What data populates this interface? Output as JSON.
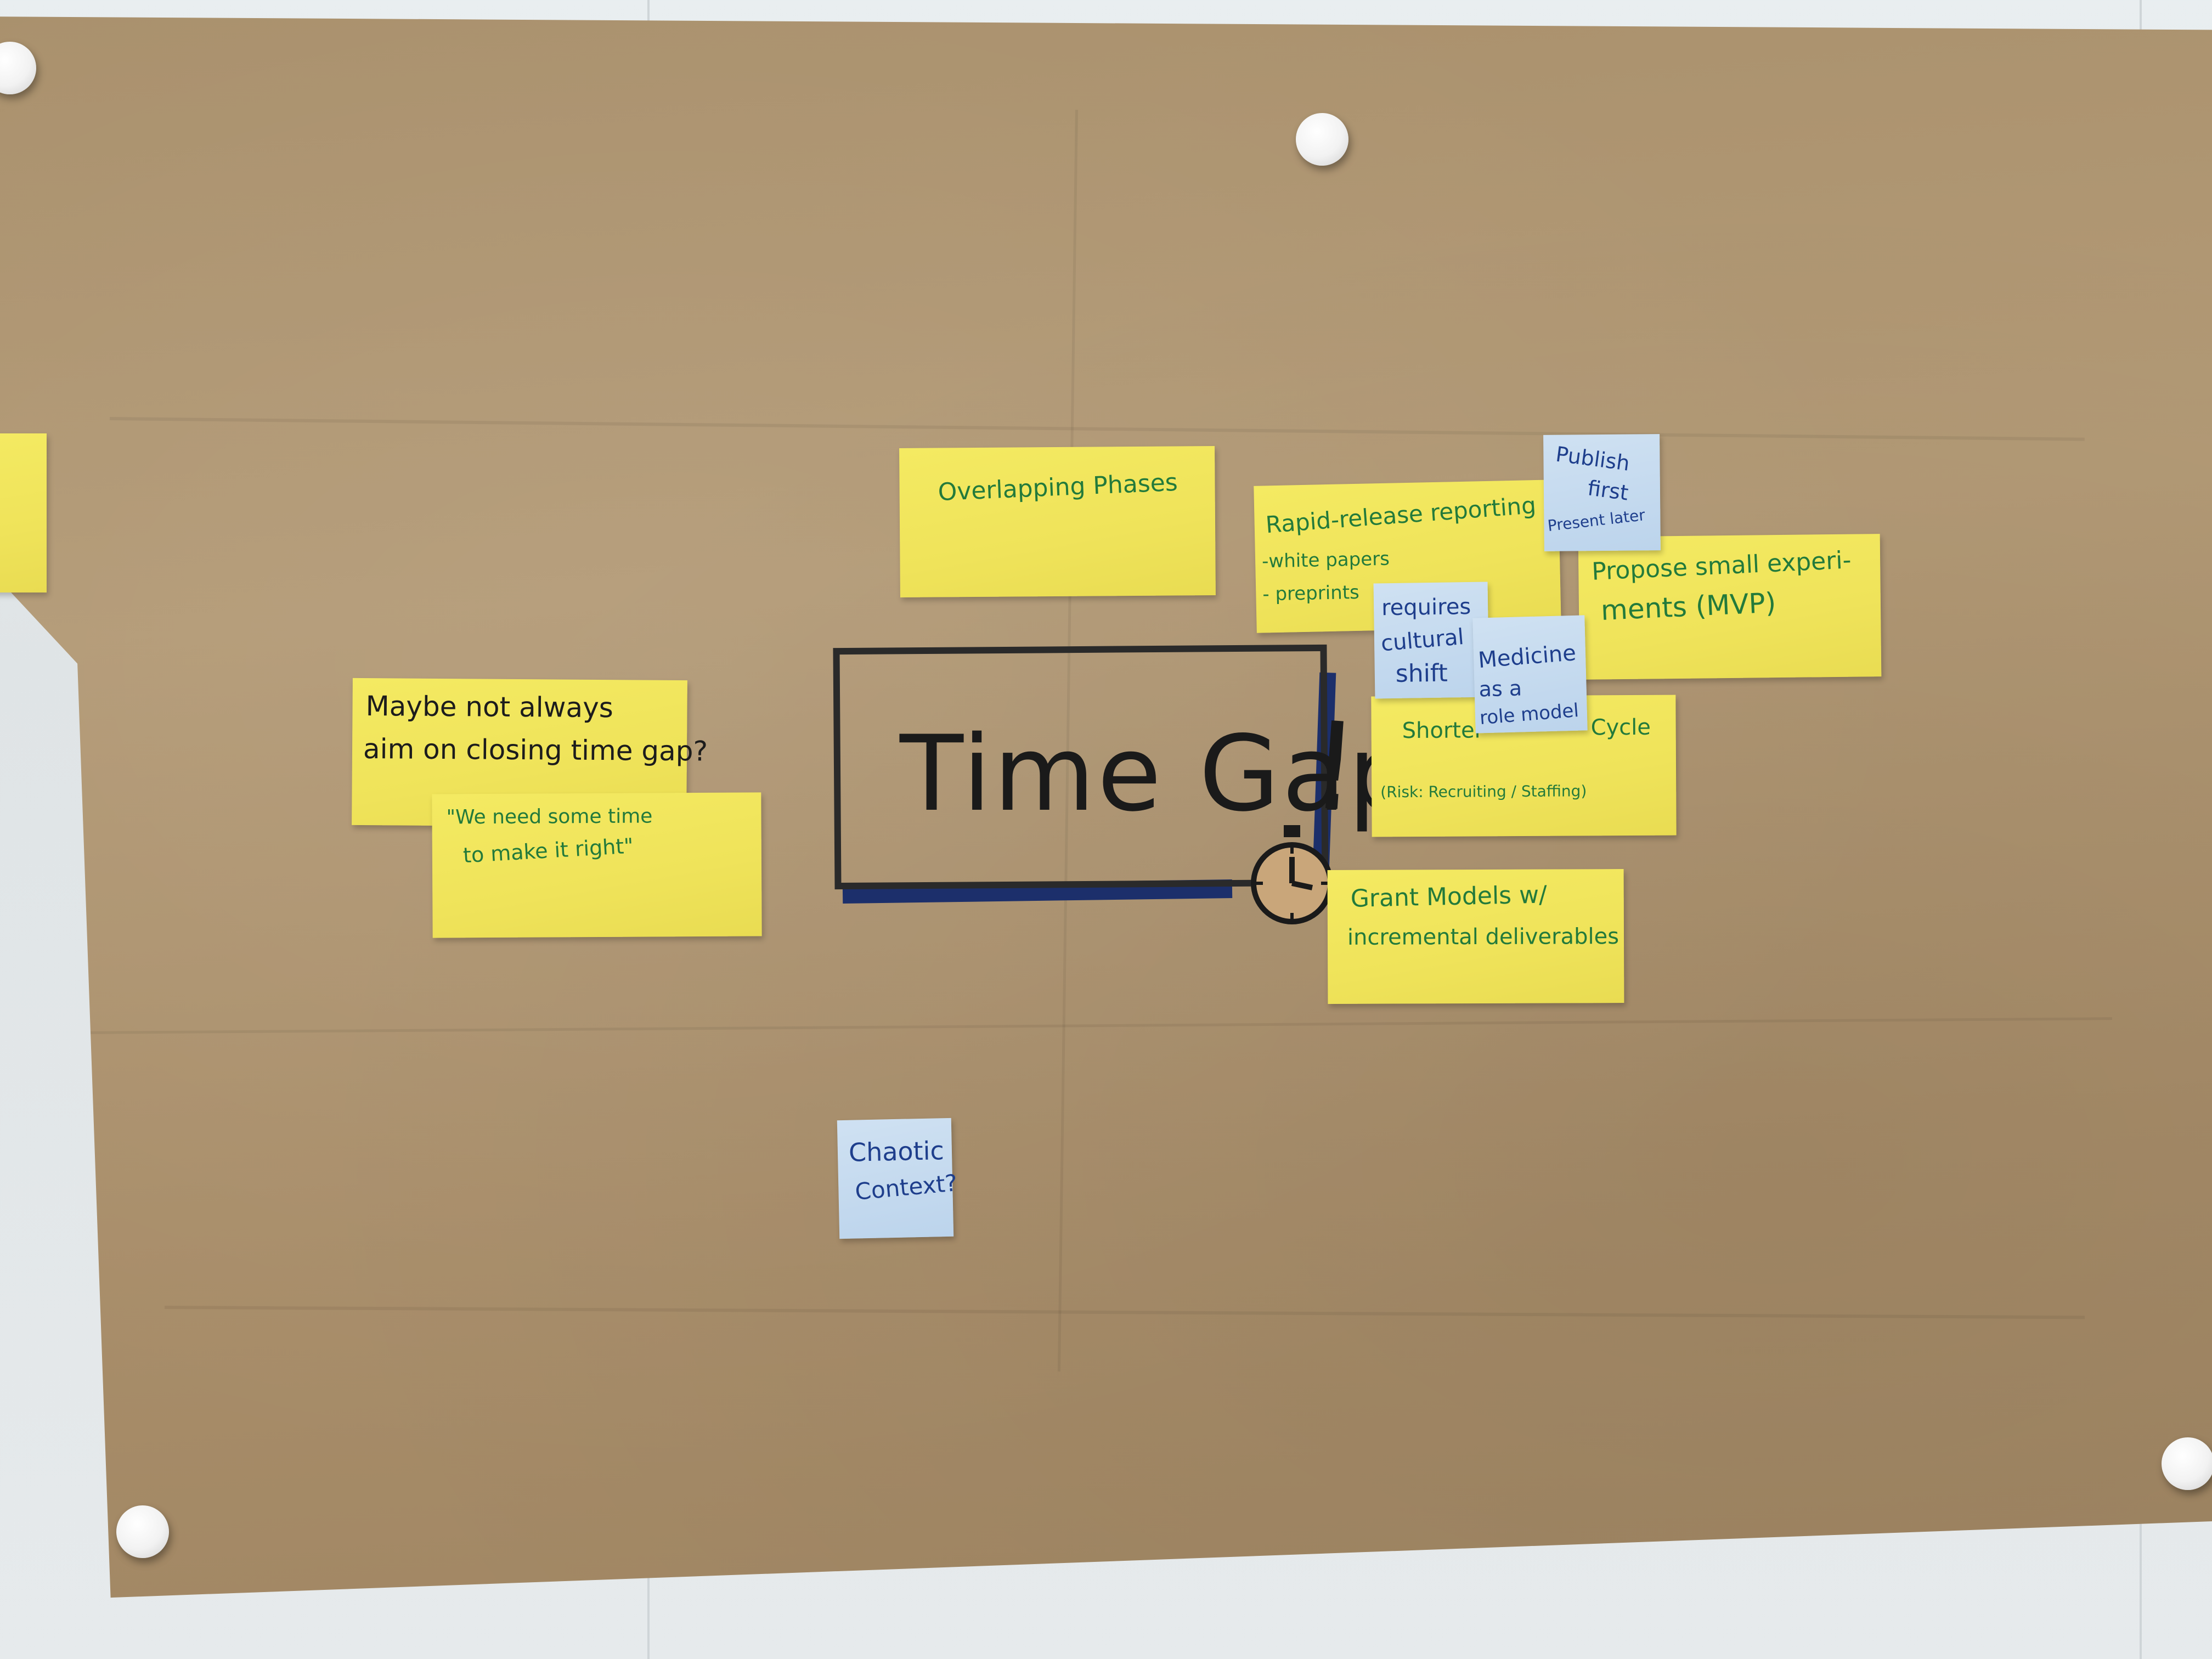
{
  "board": {
    "title": "Time Gap",
    "title_mark": "!",
    "paper_color": "#a9906c",
    "wall_color": "#e6eaec",
    "center_icon": "stopwatch-icon"
  },
  "notes": {
    "overlapping": {
      "text": "Overlapping Phases"
    },
    "rapid_release": {
      "title": "Rapid-release reporting",
      "item1": "-white papers",
      "item2": "- preprints"
    },
    "publish_first": {
      "line1": "Publish",
      "line2": "first",
      "line3": "Present later"
    },
    "propose": {
      "line1": "Propose small experi-",
      "line2": "ments (MVP)"
    },
    "cultural": {
      "line1": "requires",
      "line2": "cultural",
      "line3": "shift"
    },
    "medicine": {
      "line1": "Medicine",
      "line2": "as a",
      "line3": "role model"
    },
    "shorter": {
      "part1": "Shorter",
      "part2": "Cycle",
      "risk": "(Risk: Recruiting / Staffing)"
    },
    "grant": {
      "line1": "Grant Models w/",
      "line2": "incremental deliverables"
    },
    "maybe": {
      "line1": "Maybe not always",
      "line2": "aim on closing time gap?"
    },
    "need_time": {
      "line1": "\"We need some time",
      "line2": "to make it right\""
    },
    "chaotic": {
      "line1": "Chaotic",
      "line2": "Context?"
    }
  },
  "colors": {
    "sticky_yellow": "#f2e75e",
    "sticky_blue": "#c6dbef",
    "ink_green": "#237a3b",
    "ink_blue": "#1e3e8c",
    "ink_black": "#1c1c1c",
    "marker_navy": "#1c2f6b"
  }
}
